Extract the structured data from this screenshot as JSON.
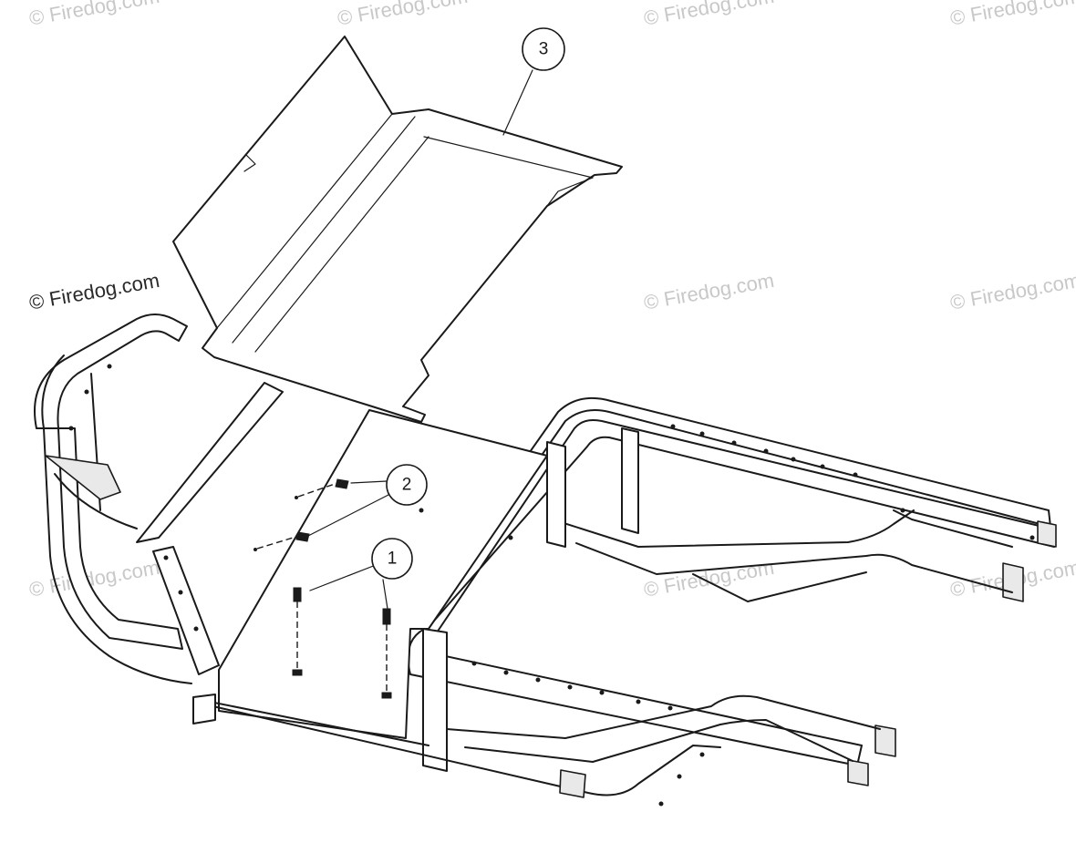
{
  "callouts": [
    {
      "label": "1"
    },
    {
      "label": "2"
    },
    {
      "label": "3"
    }
  ],
  "watermark": {
    "text": "© Firedog.com",
    "color": "#c8c8c8",
    "highlight_color": "#2a2a2a"
  },
  "icons": [
    "callout-circle",
    "watermark-text"
  ]
}
